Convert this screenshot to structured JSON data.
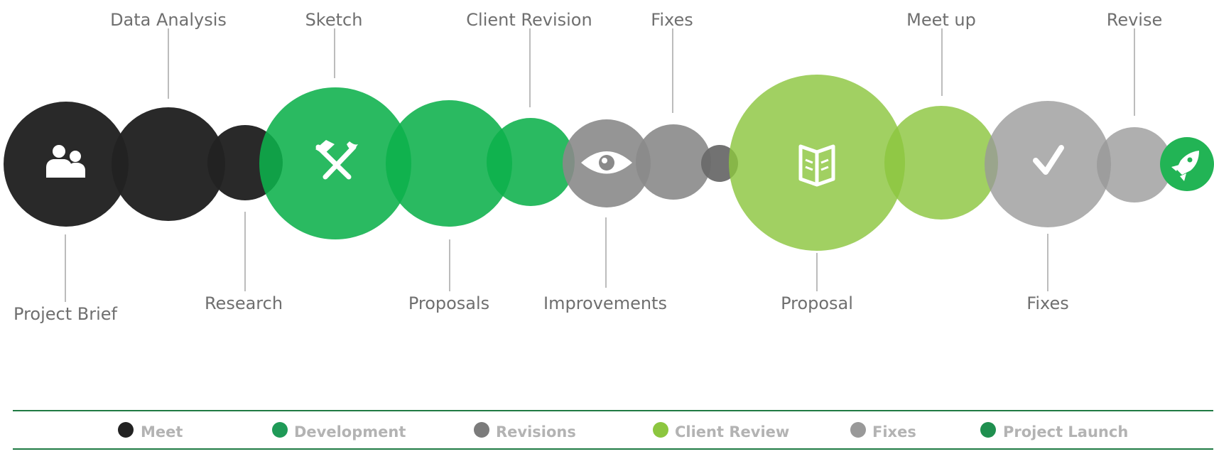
{
  "colors": {
    "meet": "#222222",
    "development": "#0db14b",
    "revisions": "#7b7b7b",
    "client_review": "#8cc63f",
    "fixes": "#999999",
    "launch": "#1f8f4f",
    "label": "#6f6f6f",
    "legend_text": "#b3b3b3",
    "rule": "#1f7a43"
  },
  "timeline": {
    "labels": {
      "data_analysis": "Data Analysis",
      "sketch": "Sketch",
      "client_revision": "Client Revision",
      "fixes_top": "Fixes",
      "meet_up": "Meet up",
      "revise": "Revise",
      "project_brief": "Project Brief",
      "research": "Research",
      "proposals": "Proposals",
      "improvements": "Improvements",
      "proposal": "Proposal",
      "fixes_bottom": "Fixes"
    },
    "icons": {
      "meet": "users-icon",
      "development": "tools-icon",
      "revisions": "eye-icon",
      "client_review": "book-icon",
      "fixes": "check-icon",
      "launch": "rocket-icon"
    }
  },
  "legend": {
    "items": [
      {
        "label": "Meet",
        "color": "#222222"
      },
      {
        "label": "Development",
        "color": "#1f9a57"
      },
      {
        "label": "Revisions",
        "color": "#7b7b7b"
      },
      {
        "label": "Client Review",
        "color": "#8cc63f"
      },
      {
        "label": "Fixes",
        "color": "#999999"
      },
      {
        "label": "Project Launch",
        "color": "#1f8f4f"
      }
    ]
  }
}
